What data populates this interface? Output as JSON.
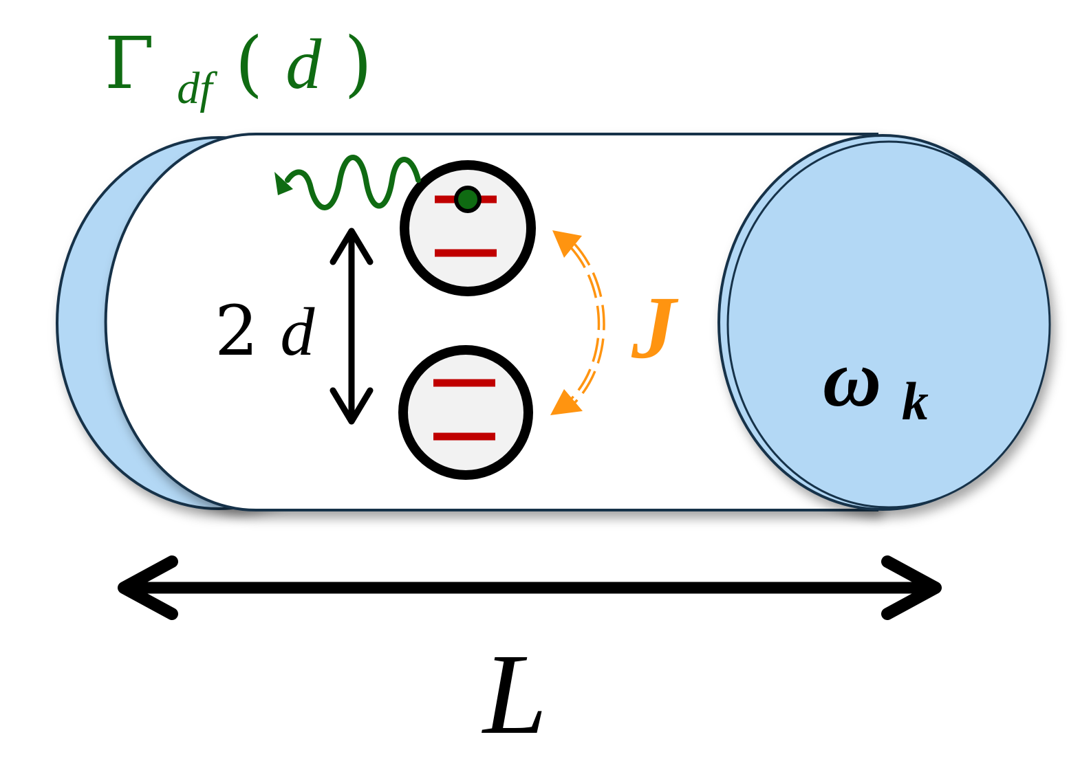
{
  "labels": {
    "decay_symbol": "Γ",
    "decay_subscript": "df",
    "decay_open": "(",
    "decay_arg": "d",
    "decay_close": ")",
    "separation_num": "2",
    "separation_var": "d",
    "coupling": "J",
    "mode_symbol": "ω",
    "mode_subscript": "k",
    "length": "L"
  },
  "colors": {
    "mirror_fill": "#b3d8f5",
    "outline": "#17324a",
    "decay": "#0f6b12",
    "coupling": "#ff9410",
    "energy_level": "#c00000",
    "atom_fill": "#f2f2f2",
    "ink": "#000000"
  },
  "icons": {
    "photon": "wavy-arrow-icon",
    "coupling": "dashed-double-arrow-icon",
    "separation": "double-headed-arrow-icon",
    "length": "double-headed-arrow-icon"
  }
}
